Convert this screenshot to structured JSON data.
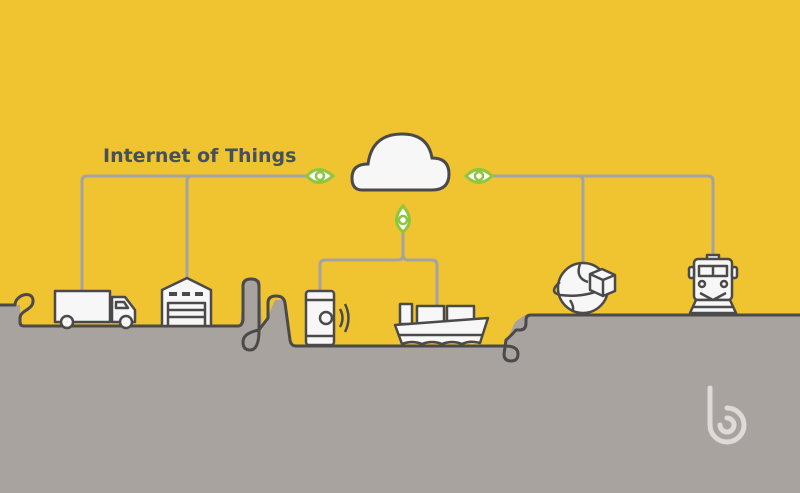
{
  "title": "Internet of Things",
  "nodes": [
    {
      "name": "cloud",
      "icon": "cloud-icon"
    },
    {
      "name": "truck",
      "icon": "truck-icon"
    },
    {
      "name": "warehouse",
      "icon": "warehouse-icon"
    },
    {
      "name": "smartphone",
      "icon": "smartphone-icon"
    },
    {
      "name": "cargo-ship",
      "icon": "ship-icon"
    },
    {
      "name": "global-shipping",
      "icon": "globe-package-icon"
    },
    {
      "name": "train",
      "icon": "train-icon"
    }
  ],
  "colors": {
    "sky": "#F0C330",
    "ground": "#A8A39F",
    "outline": "#4A4A4A",
    "connector": "#A3A3A3",
    "sensor": "#8DC63F",
    "title": "#46505C"
  }
}
